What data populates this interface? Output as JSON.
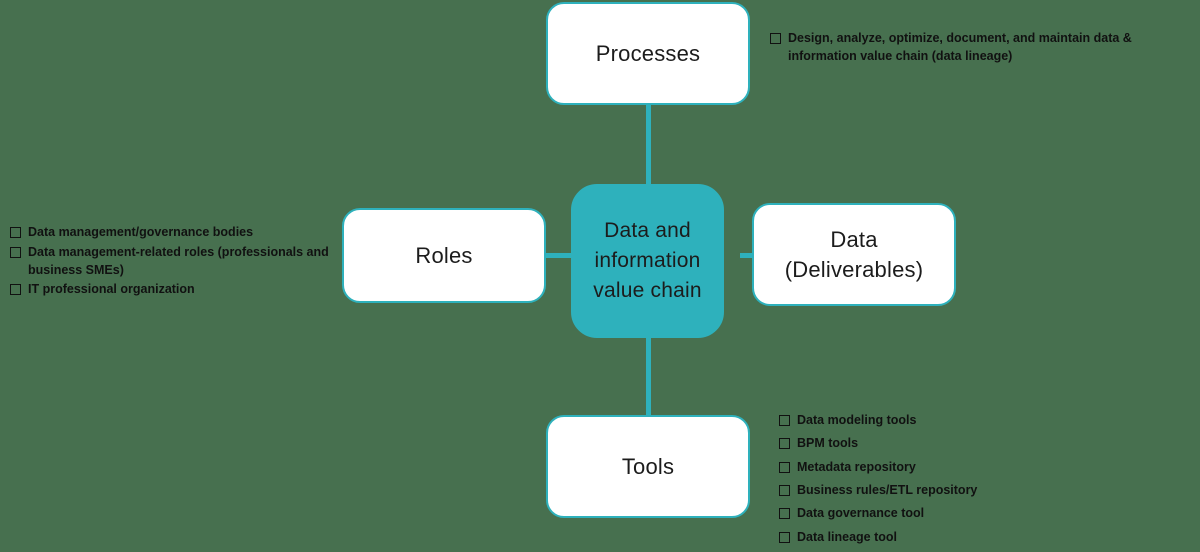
{
  "diagram": {
    "title": "Data and information value chain",
    "colors": {
      "background": "#47704f",
      "accent_teal": "#2eb1bc",
      "node_fill": "#ffffff",
      "text": "#1c1c1c"
    },
    "center": {
      "lines": [
        "Data and",
        "information",
        "value chain"
      ]
    },
    "nodes": {
      "processes": {
        "label": "Processes"
      },
      "roles": {
        "label": "Roles"
      },
      "data": {
        "lines": [
          "Data",
          "(Deliverables)"
        ]
      },
      "tools": {
        "label": "Tools"
      }
    },
    "annotations": {
      "processes": [
        "Design, analyze, optimize, document, and maintain data & information value chain (data lineage)"
      ],
      "roles": [
        "Data management/governance bodies",
        "Data management-related  roles (professionals and business SMEs)",
        "IT professional organization"
      ],
      "tools": [
        "Data modeling tools",
        "BPM tools",
        "Metadata repository",
        "Business rules/ETL repository",
        "Data governance tool",
        "Data lineage tool"
      ]
    }
  }
}
